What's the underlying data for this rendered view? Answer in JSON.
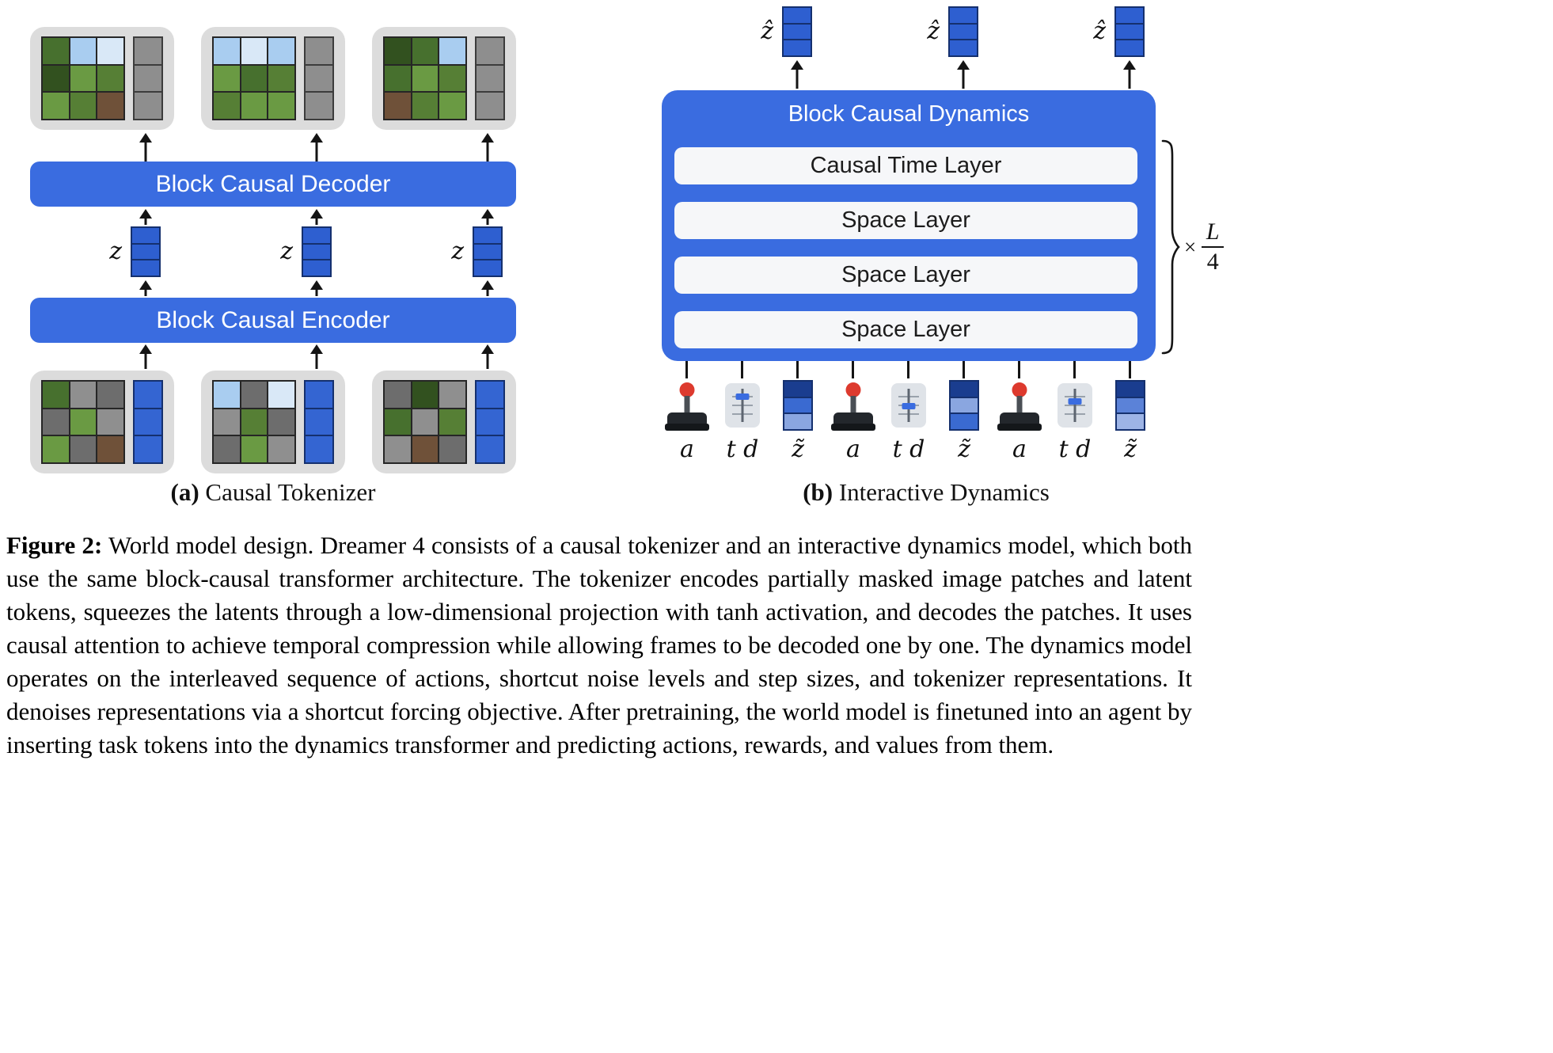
{
  "panel_a": {
    "caption_label": "(a)",
    "caption_text": "Causal Tokenizer",
    "decoder_label": "Block Causal Decoder",
    "encoder_label": "Block Causal Encoder",
    "latent_label": "z",
    "latent_tokens": [
      "#2e5fd0",
      "#2e5fd0",
      "#2e5fd0"
    ],
    "top_frames": [
      {
        "patches": [
          "leaf",
          "sky",
          "cloud",
          "leafdark",
          "grass",
          "grassdark",
          "grass",
          "grassdark",
          "dirt"
        ],
        "tokens": [
          "#8e8e8e",
          "#8e8e8e",
          "#8e8e8e"
        ]
      },
      {
        "patches": [
          "sky",
          "cloud",
          "sky",
          "grass",
          "leaf",
          "grassdark",
          "grassdark",
          "grass",
          "grass"
        ],
        "tokens": [
          "#8e8e8e",
          "#8e8e8e",
          "#8e8e8e"
        ]
      },
      {
        "patches": [
          "leafdark",
          "leaf",
          "sky",
          "leaf",
          "grass",
          "grassdark",
          "dirt",
          "grassdark",
          "grass"
        ],
        "tokens": [
          "#8e8e8e",
          "#8e8e8e",
          "#8e8e8e"
        ]
      }
    ],
    "bottom_frames": [
      {
        "patches": [
          "leaf",
          "mask",
          "maskdark",
          "maskdark",
          "grass",
          "mask",
          "grass",
          "maskdark",
          "dirt"
        ],
        "tokens": [
          "#3465d2",
          "#3465d2",
          "#3465d2"
        ]
      },
      {
        "patches": [
          "sky",
          "maskdark",
          "cloud",
          "mask",
          "grassdark",
          "maskdark",
          "maskdark",
          "grass",
          "mask"
        ],
        "tokens": [
          "#3465d2",
          "#3465d2",
          "#3465d2"
        ]
      },
      {
        "patches": [
          "maskdark",
          "leafdark",
          "mask",
          "leaf",
          "mask",
          "grassdark",
          "mask",
          "dirt",
          "maskdark"
        ],
        "tokens": [
          "#3465d2",
          "#3465d2",
          "#3465d2"
        ]
      }
    ]
  },
  "panel_b": {
    "caption_label": "(b)",
    "caption_text": "Interactive Dynamics",
    "title": "Block Causal Dynamics",
    "layers": [
      "Causal Time Layer",
      "Space Layer",
      "Space Layer",
      "Space Layer"
    ],
    "repeat": {
      "times": "×",
      "numerator": "L",
      "denominator": "4"
    },
    "output_label": "ẑ",
    "output_tokens": [
      "#2e5fd0",
      "#2e5fd0",
      "#2e5fd0"
    ],
    "input_labels": {
      "action": "a",
      "time_step": "t d",
      "latent": "z̃"
    },
    "input_tokens": [
      [
        "#1a3d8f",
        "#3a6ad1",
        "#8aa6e0"
      ],
      [
        "#1a3d8f",
        "#8aa6e0",
        "#3a6ad1"
      ],
      [
        "#1a3d8f",
        "#5b82d8",
        "#9db4e6"
      ]
    ]
  },
  "figure_caption": {
    "label": "Figure 2:",
    "text": "World model design. Dreamer 4 consists of a causal tokenizer and an interactive dynamics model, which both use the same block-causal transformer architecture. The tokenizer encodes partially masked image patches and latent tokens, squeezes the latents through a low-dimensional projection with tanh activation, and decodes the patches. It uses causal attention to achieve temporal compression while allowing frames to be decoded one by one. The dynamics model operates on the interleaved sequence of actions, shortcut noise levels and step sizes, and tokenizer representations. It denoises representations via a shortcut forcing objective. After pretraining, the world model is finetuned into an agent by inserting task tokens into the dynamics transformer and predicting actions, rewards, and values from them."
  },
  "colors": {
    "accent_blue": "#3a6ce0",
    "token_blue": "#2e5fd0",
    "frame_gray": "#dcdcdc",
    "layer_bg": "#f6f7f9"
  }
}
